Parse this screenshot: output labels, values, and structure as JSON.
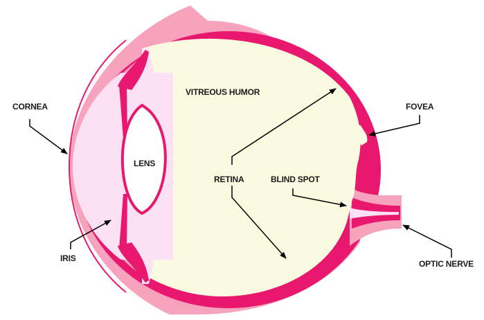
{
  "labels": {
    "cornea": "CORNEA",
    "iris": "IRIS",
    "lens": "LENS",
    "vitreous_humor": "VITREOUS HUMOR",
    "retina": "RETINA",
    "blind_spot": "BLIND SPOT",
    "fovea": "FOVEA",
    "optic_nerve": "OPTIC NERVE"
  },
  "colors": {
    "outer_layer": "#f7a3bd",
    "retina_layer": "#e8186e",
    "vitreous": "#fafae0",
    "anterior_chamber": "#fbe1f3",
    "lens_fill": "#ffffff",
    "outline": "#e8186e",
    "arrow": "#000000"
  }
}
